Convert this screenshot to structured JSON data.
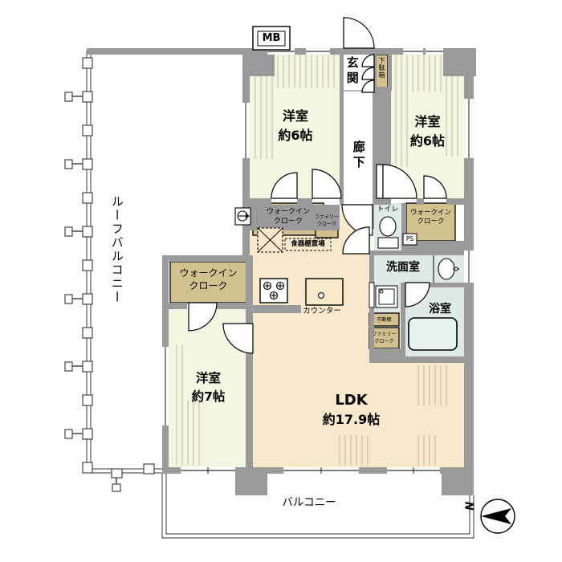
{
  "plan_title": "apartment-floor-plan",
  "rooms": {
    "roof_balcony": {
      "label": "ルーフバルコニー"
    },
    "bedroom_a": {
      "name": "洋室",
      "size": "約6帖"
    },
    "bedroom_b": {
      "name": "洋室",
      "size": "約6帖"
    },
    "bedroom_c": {
      "name": "洋室",
      "size": "約7帖"
    },
    "ldk": {
      "name": "LDK",
      "size": "約17.9帖"
    },
    "genkan": {
      "label": "玄関"
    },
    "corridor": {
      "label": "廊下"
    },
    "toilet": {
      "label": "トイレ"
    },
    "washroom": {
      "label": "洗面室"
    },
    "bath": {
      "label": "浴室"
    },
    "balcony": {
      "label": "バルコニー"
    }
  },
  "storage": {
    "getabako": {
      "label": "下駄箱"
    },
    "wic_top_left": {
      "line1": "ウォークイン",
      "line2": "クローク"
    },
    "wic_top_right": {
      "line1": "ウォークイン",
      "line2": "クローク"
    },
    "wic_bedroom_c": {
      "line1": "ウォークイン",
      "line2": "クローク"
    },
    "family_cloak_upper": {
      "line1": "ファミリー",
      "line2": "クローク"
    },
    "family_cloak_lower": {
      "line1": "ファミリー",
      "line2": "クローク"
    },
    "movable_shelf": {
      "label": "可動棚"
    },
    "cupboard_space": {
      "label": "食器棚置場"
    }
  },
  "kitchen": {
    "counter_label": "カウンター"
  },
  "annotations": {
    "meter_box": "MB",
    "pipe_space": "PS",
    "compass_north": "N"
  },
  "colors": {
    "wall": "#9a9a9a",
    "bedroom_fill": "#f5f6e1",
    "ldk_fill": "#f8e8cc",
    "wet_area_fill": "#dfe9e8",
    "closet_fill": "#d2c08f",
    "hatch": "#bdbd9e",
    "line": "#000000"
  }
}
